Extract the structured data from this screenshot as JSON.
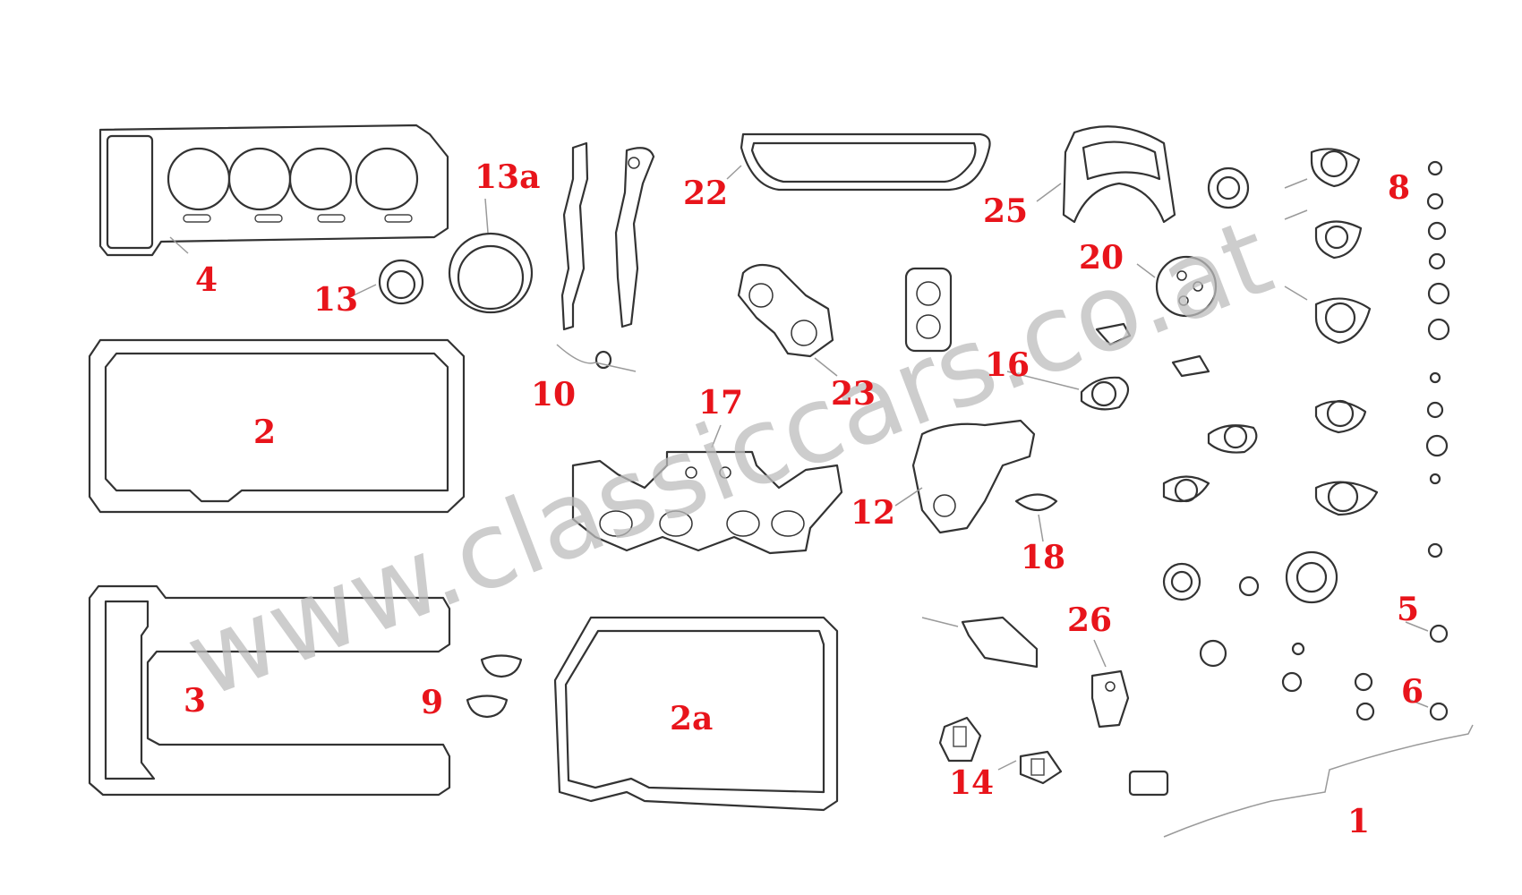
{
  "diagram": {
    "watermark": "www.classiccars.co.at",
    "label_color": "#e8141b",
    "labels": {
      "l1": "1",
      "l2": "2",
      "l2a": "2a",
      "l3": "3",
      "l4": "4",
      "l5": "5",
      "l6": "6",
      "l8": "8",
      "l9": "9",
      "l10": "10",
      "l12": "12",
      "l13": "13",
      "l13a": "13a",
      "l14": "14",
      "l16": "16",
      "l17": "17",
      "l18": "18",
      "l20": "20",
      "l22": "22",
      "l23": "23",
      "l25": "25",
      "l26": "26"
    }
  }
}
